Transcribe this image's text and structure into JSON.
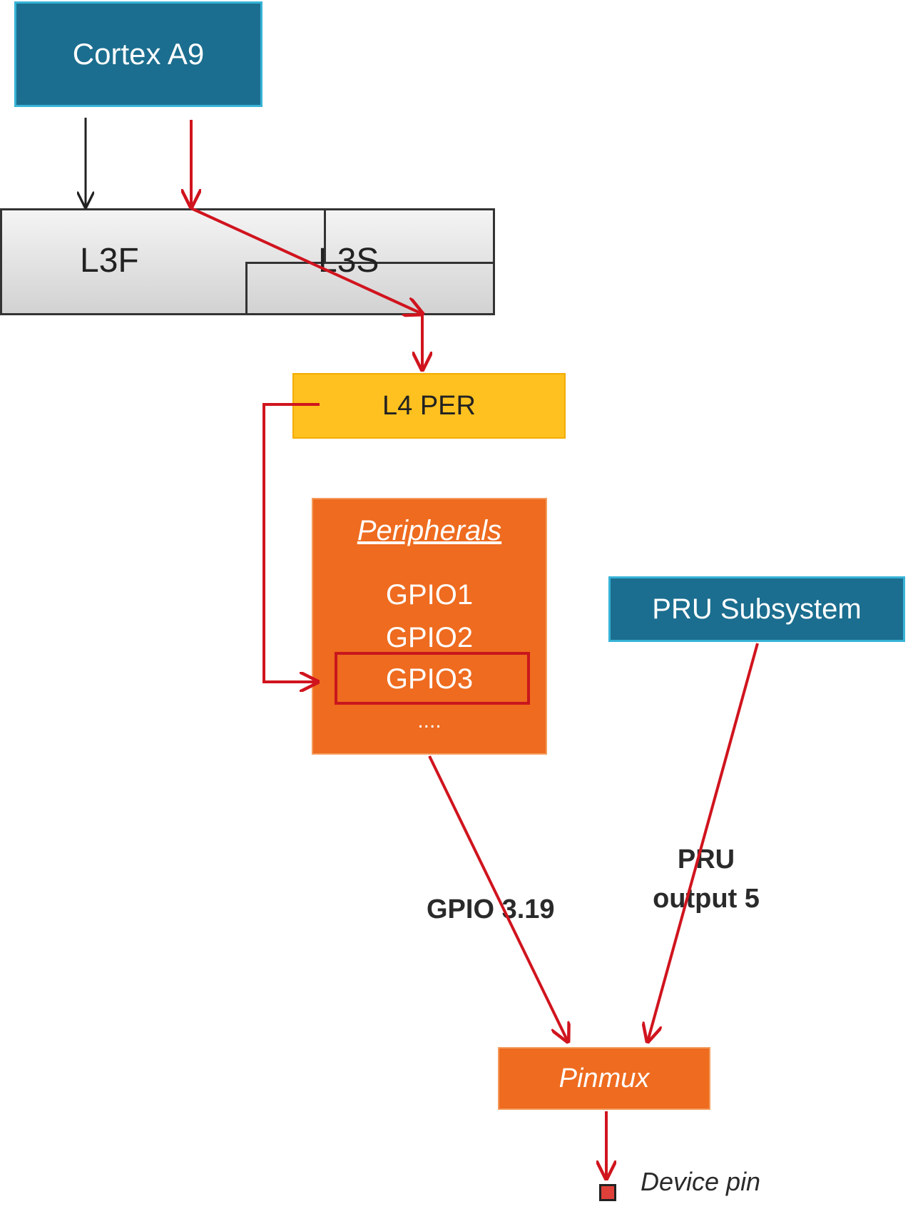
{
  "nodes": {
    "cortex": "Cortex A9",
    "l3f": "L3F",
    "l3s": "L3S",
    "l4per": "L4 PER",
    "peripherals": {
      "title": "Peripherals",
      "items": [
        "GPIO1",
        "GPIO2",
        "GPIO3",
        "...."
      ]
    },
    "pru": "PRU Subsystem",
    "pinmux": "Pinmux",
    "device_pin": "Device pin"
  },
  "edge_labels": {
    "gpio": "GPIO 3.19",
    "pru_output_line1": "PRU",
    "pru_output_line2": "output 5"
  },
  "colors": {
    "teal": "#1b6e8f",
    "orange": "#ee6b1f",
    "yellow": "#ffc11f",
    "arrow_red": "#d0141e"
  }
}
